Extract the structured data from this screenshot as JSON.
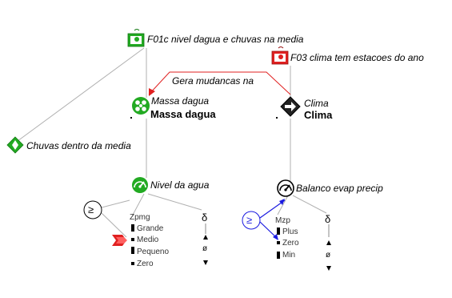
{
  "nodes": {
    "f01c": "F01c nivel dagua e chuvas na media",
    "f03": "F03 clima tem estacoes do ano",
    "massa_italic": "Massa dagua",
    "massa_bold": "Massa dagua",
    "clima_italic": "Clima",
    "clima_bold": "Clima",
    "chuvas": "Chuvas dentro da media",
    "nivel": "Nivel da agua",
    "balanco": "Balanco evap precip"
  },
  "relation_label": "Gera mudancas na",
  "left_quantity": {
    "space_name": "Zpmg",
    "values": [
      "Grande",
      "Medio",
      "Pequeno",
      "Zero"
    ],
    "current_value": "Medio"
  },
  "right_quantity": {
    "space_name": "Mzp",
    "values": [
      "Plus",
      "Zero",
      "Min"
    ]
  },
  "symbols": {
    "geq": "≥",
    "delta": "δ",
    "zero_deriv": "ø"
  },
  "colors": {
    "green": "#22aa22",
    "red": "#e02020",
    "blue": "#1a1ae0",
    "gray_line": "#b0b0b0"
  },
  "icons": [
    "scenario-icon",
    "molecule-icon",
    "arrow-diamond-icon",
    "gauge-icon",
    "diamond-arrow-icon"
  ]
}
